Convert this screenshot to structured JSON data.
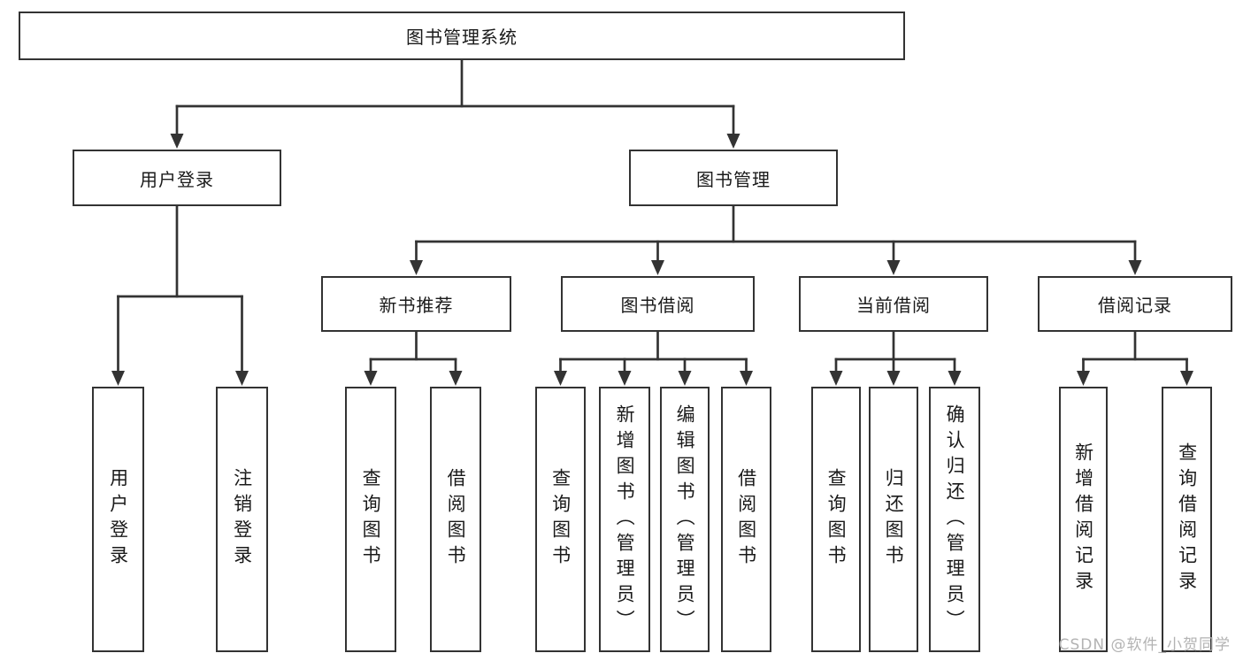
{
  "tree": {
    "label": "图书管理系统",
    "children": [
      {
        "label": "用户登录",
        "children": [
          {
            "label": "用户登录"
          },
          {
            "label": "注销登录"
          }
        ]
      },
      {
        "label": "图书管理",
        "children": [
          {
            "label": "新书推荐",
            "children": [
              {
                "label": "查询图书"
              },
              {
                "label": "借阅图书"
              }
            ]
          },
          {
            "label": "图书借阅",
            "children": [
              {
                "label": "查询图书"
              },
              {
                "label": "新增图书（管理员）"
              },
              {
                "label": "编辑图书（管理员）"
              },
              {
                "label": "借阅图书"
              }
            ]
          },
          {
            "label": "当前借阅",
            "children": [
              {
                "label": "查询图书"
              },
              {
                "label": "归还图书"
              },
              {
                "label": "确认归还（管理员）"
              }
            ]
          },
          {
            "label": "借阅记录",
            "children": [
              {
                "label": "新增借阅记录"
              },
              {
                "label": "查询借阅记录"
              }
            ]
          }
        ]
      }
    ]
  },
  "watermark": "CSDN @软件_小贺同学",
  "colors": {
    "line": "#333333",
    "text": "#1a1a1a",
    "watermark": "#b3b3b3",
    "background": "#ffffff"
  }
}
